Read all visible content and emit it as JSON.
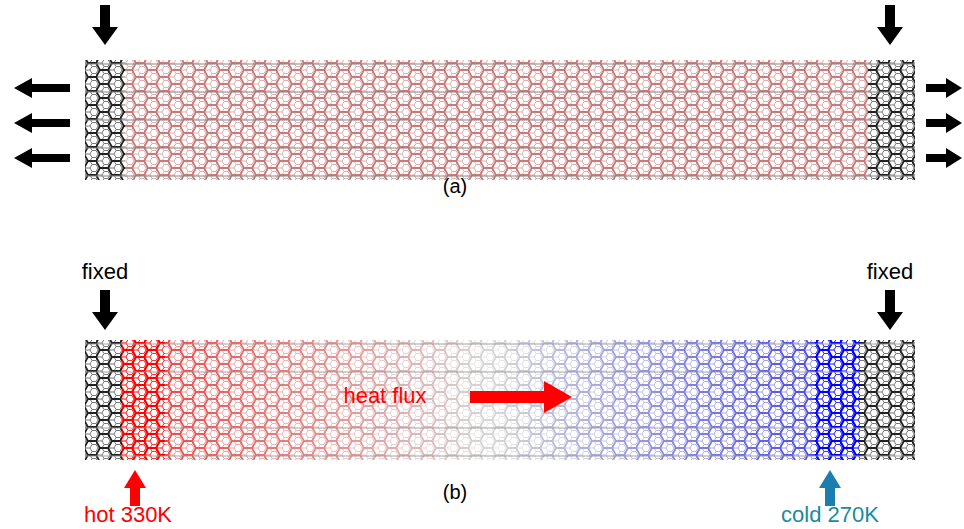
{
  "diagram": {
    "labels": [
      "(a)",
      "fixed",
      "fixed",
      "heat flux",
      "(b)",
      "hot 330K",
      "cold 270K"
    ]
  }
}
